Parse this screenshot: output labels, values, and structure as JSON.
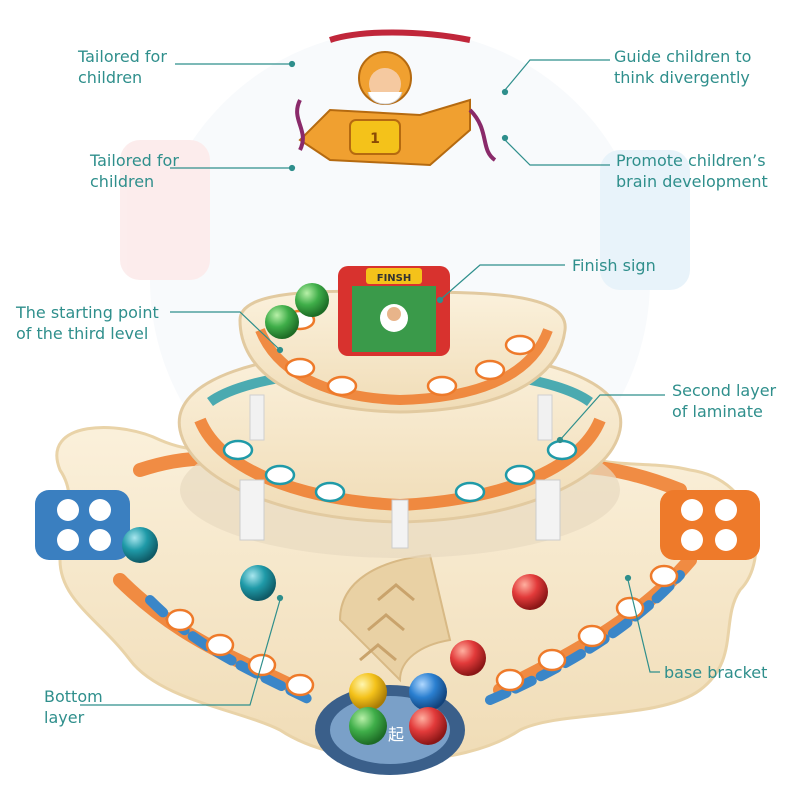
{
  "annotations": {
    "tailored_top": "Tailored for\nchildren",
    "tailored_second": "Tailored for\nchildren",
    "guide_divergent": "Guide children to\nthink divergently",
    "brain_development": "Promote children’s\nbrain development",
    "finish_sign": "Finish sign",
    "starting_point_third": "The starting point\nof the third level",
    "second_layer": "Second layer\nof laminate",
    "bottom_layer": "Bottom\nlayer",
    "base_bracket": "base bracket"
  },
  "product": {
    "finish_banner": "FINSH",
    "kart_number": "1",
    "start_marker": "起"
  },
  "colors": {
    "label_teal": "#2f8f8c",
    "board_cream": "#f6e6c8",
    "orange": "#ee7a2a",
    "blue": "#3a86c8",
    "teal": "#1f9aa8",
    "red": "#e23a3a",
    "green": "#3fae49",
    "yellow": "#f4c21a"
  },
  "pieces": [
    {
      "color": "green",
      "location": "third level start"
    },
    {
      "color": "green",
      "location": "third level start"
    },
    {
      "color": "teal",
      "location": "left ramp"
    },
    {
      "color": "teal",
      "location": "left ramp"
    },
    {
      "color": "red",
      "location": "right ramp"
    },
    {
      "color": "red",
      "location": "right ramp"
    },
    {
      "color": "yellow",
      "location": "start base"
    },
    {
      "color": "blue",
      "location": "start base"
    },
    {
      "color": "green",
      "location": "start base"
    },
    {
      "color": "red",
      "location": "start base"
    }
  ]
}
